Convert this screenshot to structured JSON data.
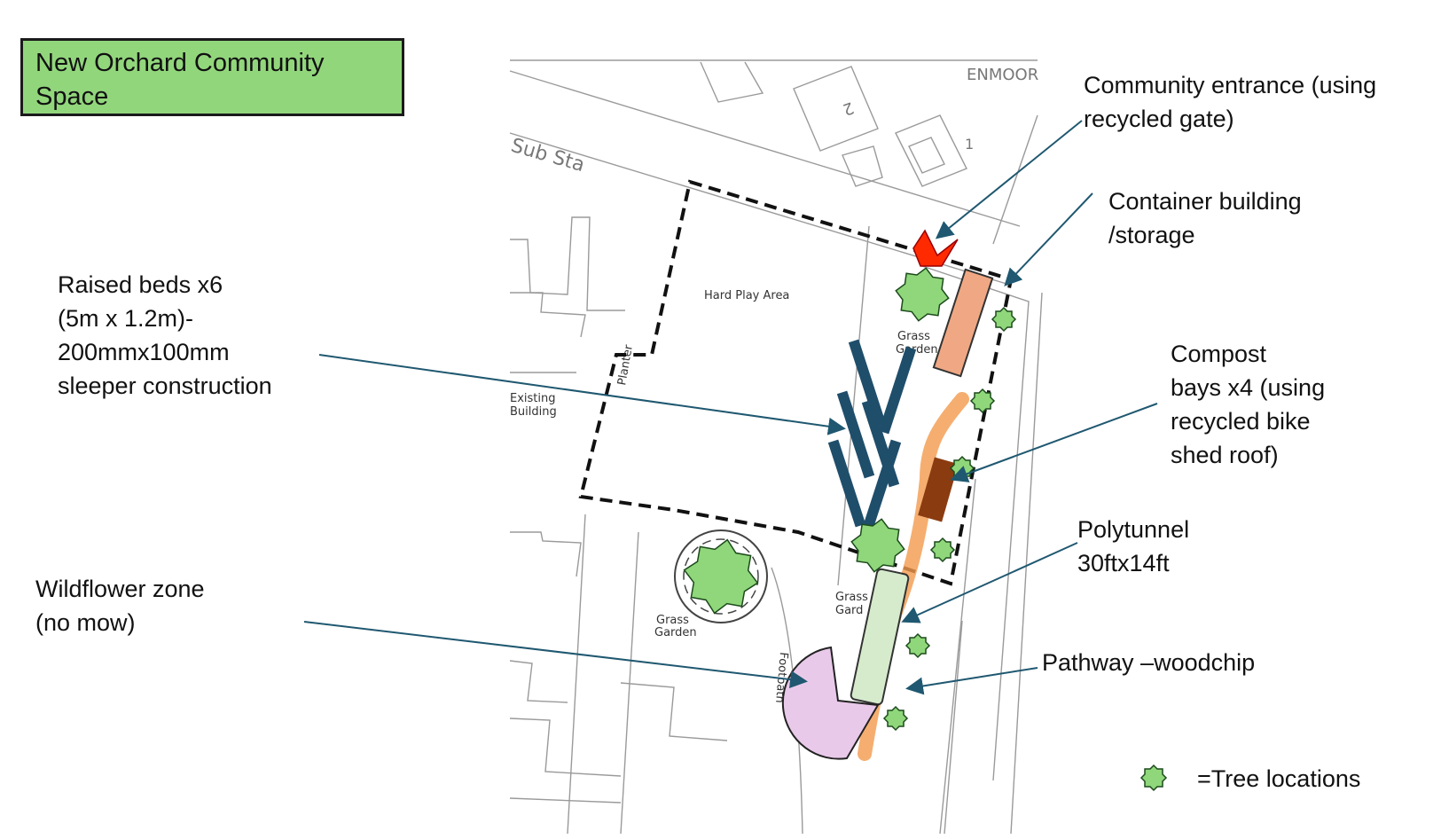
{
  "title": "New Orchard Community Space",
  "map_labels": {
    "hard_play_area": "Hard Play Area",
    "grass_garden_upper_1": "Grass",
    "grass_garden_upper_2": "Garden",
    "existing_building_1": "Existing",
    "existing_building_2": "Building",
    "planter": "Planter",
    "sub_sta": "Sub Sta",
    "grass_garden_lower_1": "Grass",
    "grass_garden_lower_2": "Garden",
    "grass_garden_mid_1": "Grass",
    "grass_garden_mid_2": "Gard",
    "footpath": "Footpath",
    "street_name": "ENMOOR",
    "house_2": "2",
    "house_1": "1"
  },
  "callouts": {
    "community_entrance": "Community entrance (using\nrecycled gate)",
    "container_building": "Container building\n/storage",
    "raised_beds": "Raised beds x6\n(5m x 1.2m)-\n200mmx100mm\nsleeper construction",
    "compost_bays": "Compost\nbays x4 (using\nrecycled bike\nshed roof)",
    "polytunnel": "Polytunnel\n30ftx14ft",
    "wildflower_zone": "Wildflower zone\n (no mow)",
    "pathway": "Pathway –woodchip",
    "tree_legend": "=Tree locations"
  },
  "colors": {
    "title_fill": "#92d67c",
    "tree_star": "#8fd77a",
    "raised_bed": "#1f4e6b",
    "container": "#f0a884",
    "compost": "#8a3b10",
    "polytunnel": "#d6ebcc",
    "wildflower": "#e9c9e9",
    "pathway": "#f39a4c",
    "entrance": "#ff2a00",
    "arrow": "#1f5870"
  }
}
